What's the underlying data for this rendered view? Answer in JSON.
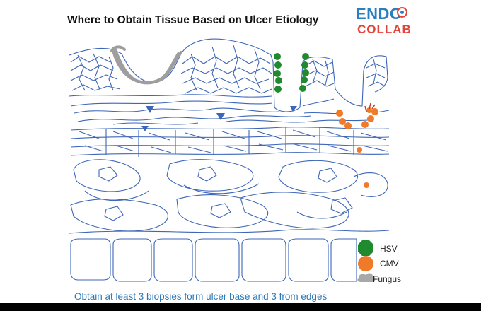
{
  "title": "Where to Obtain Tissue Based on Ulcer Etiology",
  "logo": {
    "line1": "ENDO",
    "line2": "COLLAB"
  },
  "legend": [
    {
      "label": "HSV",
      "color": "#1f8a2e",
      "icon": "octagon-icon"
    },
    {
      "label": "CMV",
      "color": "#ef7a2a",
      "icon": "circle-icon"
    },
    {
      "label": "Fungus",
      "color": "#a8a8a8",
      "icon": "cloud-icon"
    }
  ],
  "caption": "Obtain at least 3 biopsies form ulcer base and 3 from edges",
  "colors": {
    "tissue": "#3d66b8",
    "hsv": "#1f8a2e",
    "cmv": "#ef7a2a",
    "fungus": "#9e9e9e",
    "caption": "#2b78b8"
  }
}
